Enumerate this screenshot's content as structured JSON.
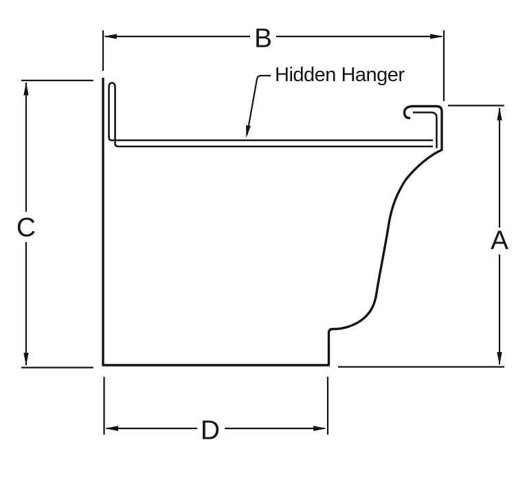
{
  "colors": {
    "line": "#141414",
    "background": "#ffffff"
  },
  "diagram": {
    "type": "gutter-cross-section",
    "callout": "Hidden Hanger",
    "dim_labels": {
      "a": "A",
      "b": "B",
      "c": "C",
      "d": "D"
    }
  }
}
